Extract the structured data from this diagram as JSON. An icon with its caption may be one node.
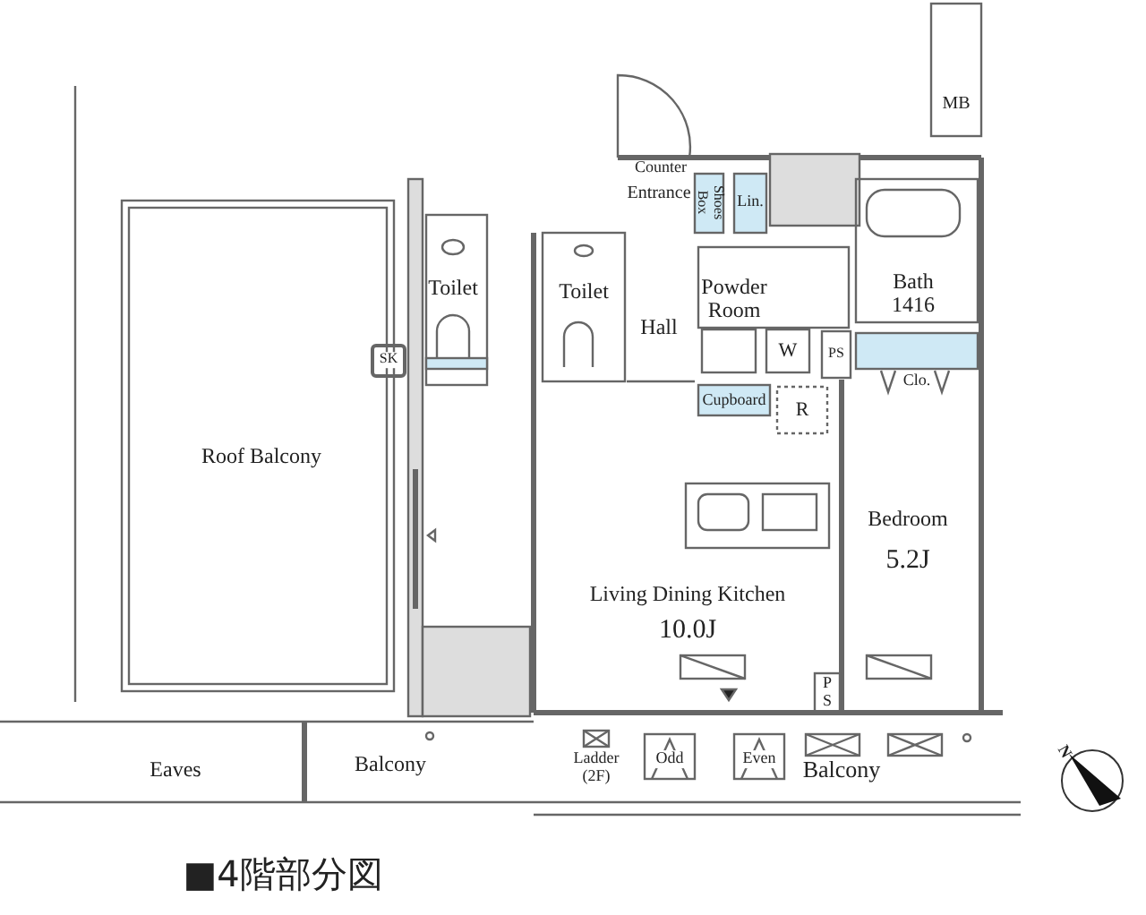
{
  "diagram": {
    "labels": [
      "MB",
      "Counter",
      "Entrance",
      "Shoes Box",
      "Lin.",
      "Toilet",
      "Toilet",
      "Powder Room",
      "Bath 1416",
      "Hall",
      "SK",
      "W",
      "PS",
      "Clo.",
      "Cupboard",
      "R",
      "Roof Balcony",
      "Bedroom",
      "5.2J",
      "Living Dining Kitchen",
      "10.0J",
      "P S",
      "Ladder (2F)",
      "Eaves",
      "Balcony",
      "Odd",
      "Even",
      "Balcony",
      "■4階部分図",
      "N"
    ]
  }
}
